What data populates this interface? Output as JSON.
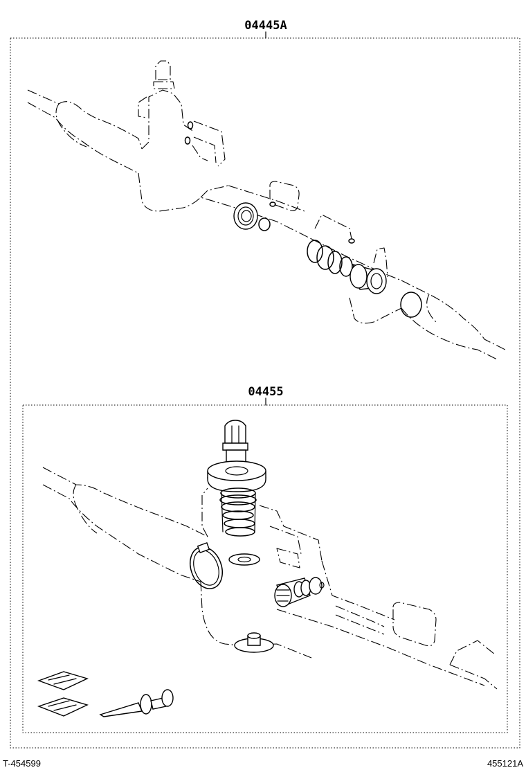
{
  "callouts": {
    "kit_a": "04445A",
    "kit_b": "04455"
  },
  "footer": {
    "left_code": "T-454599",
    "right_code": "455121A"
  }
}
